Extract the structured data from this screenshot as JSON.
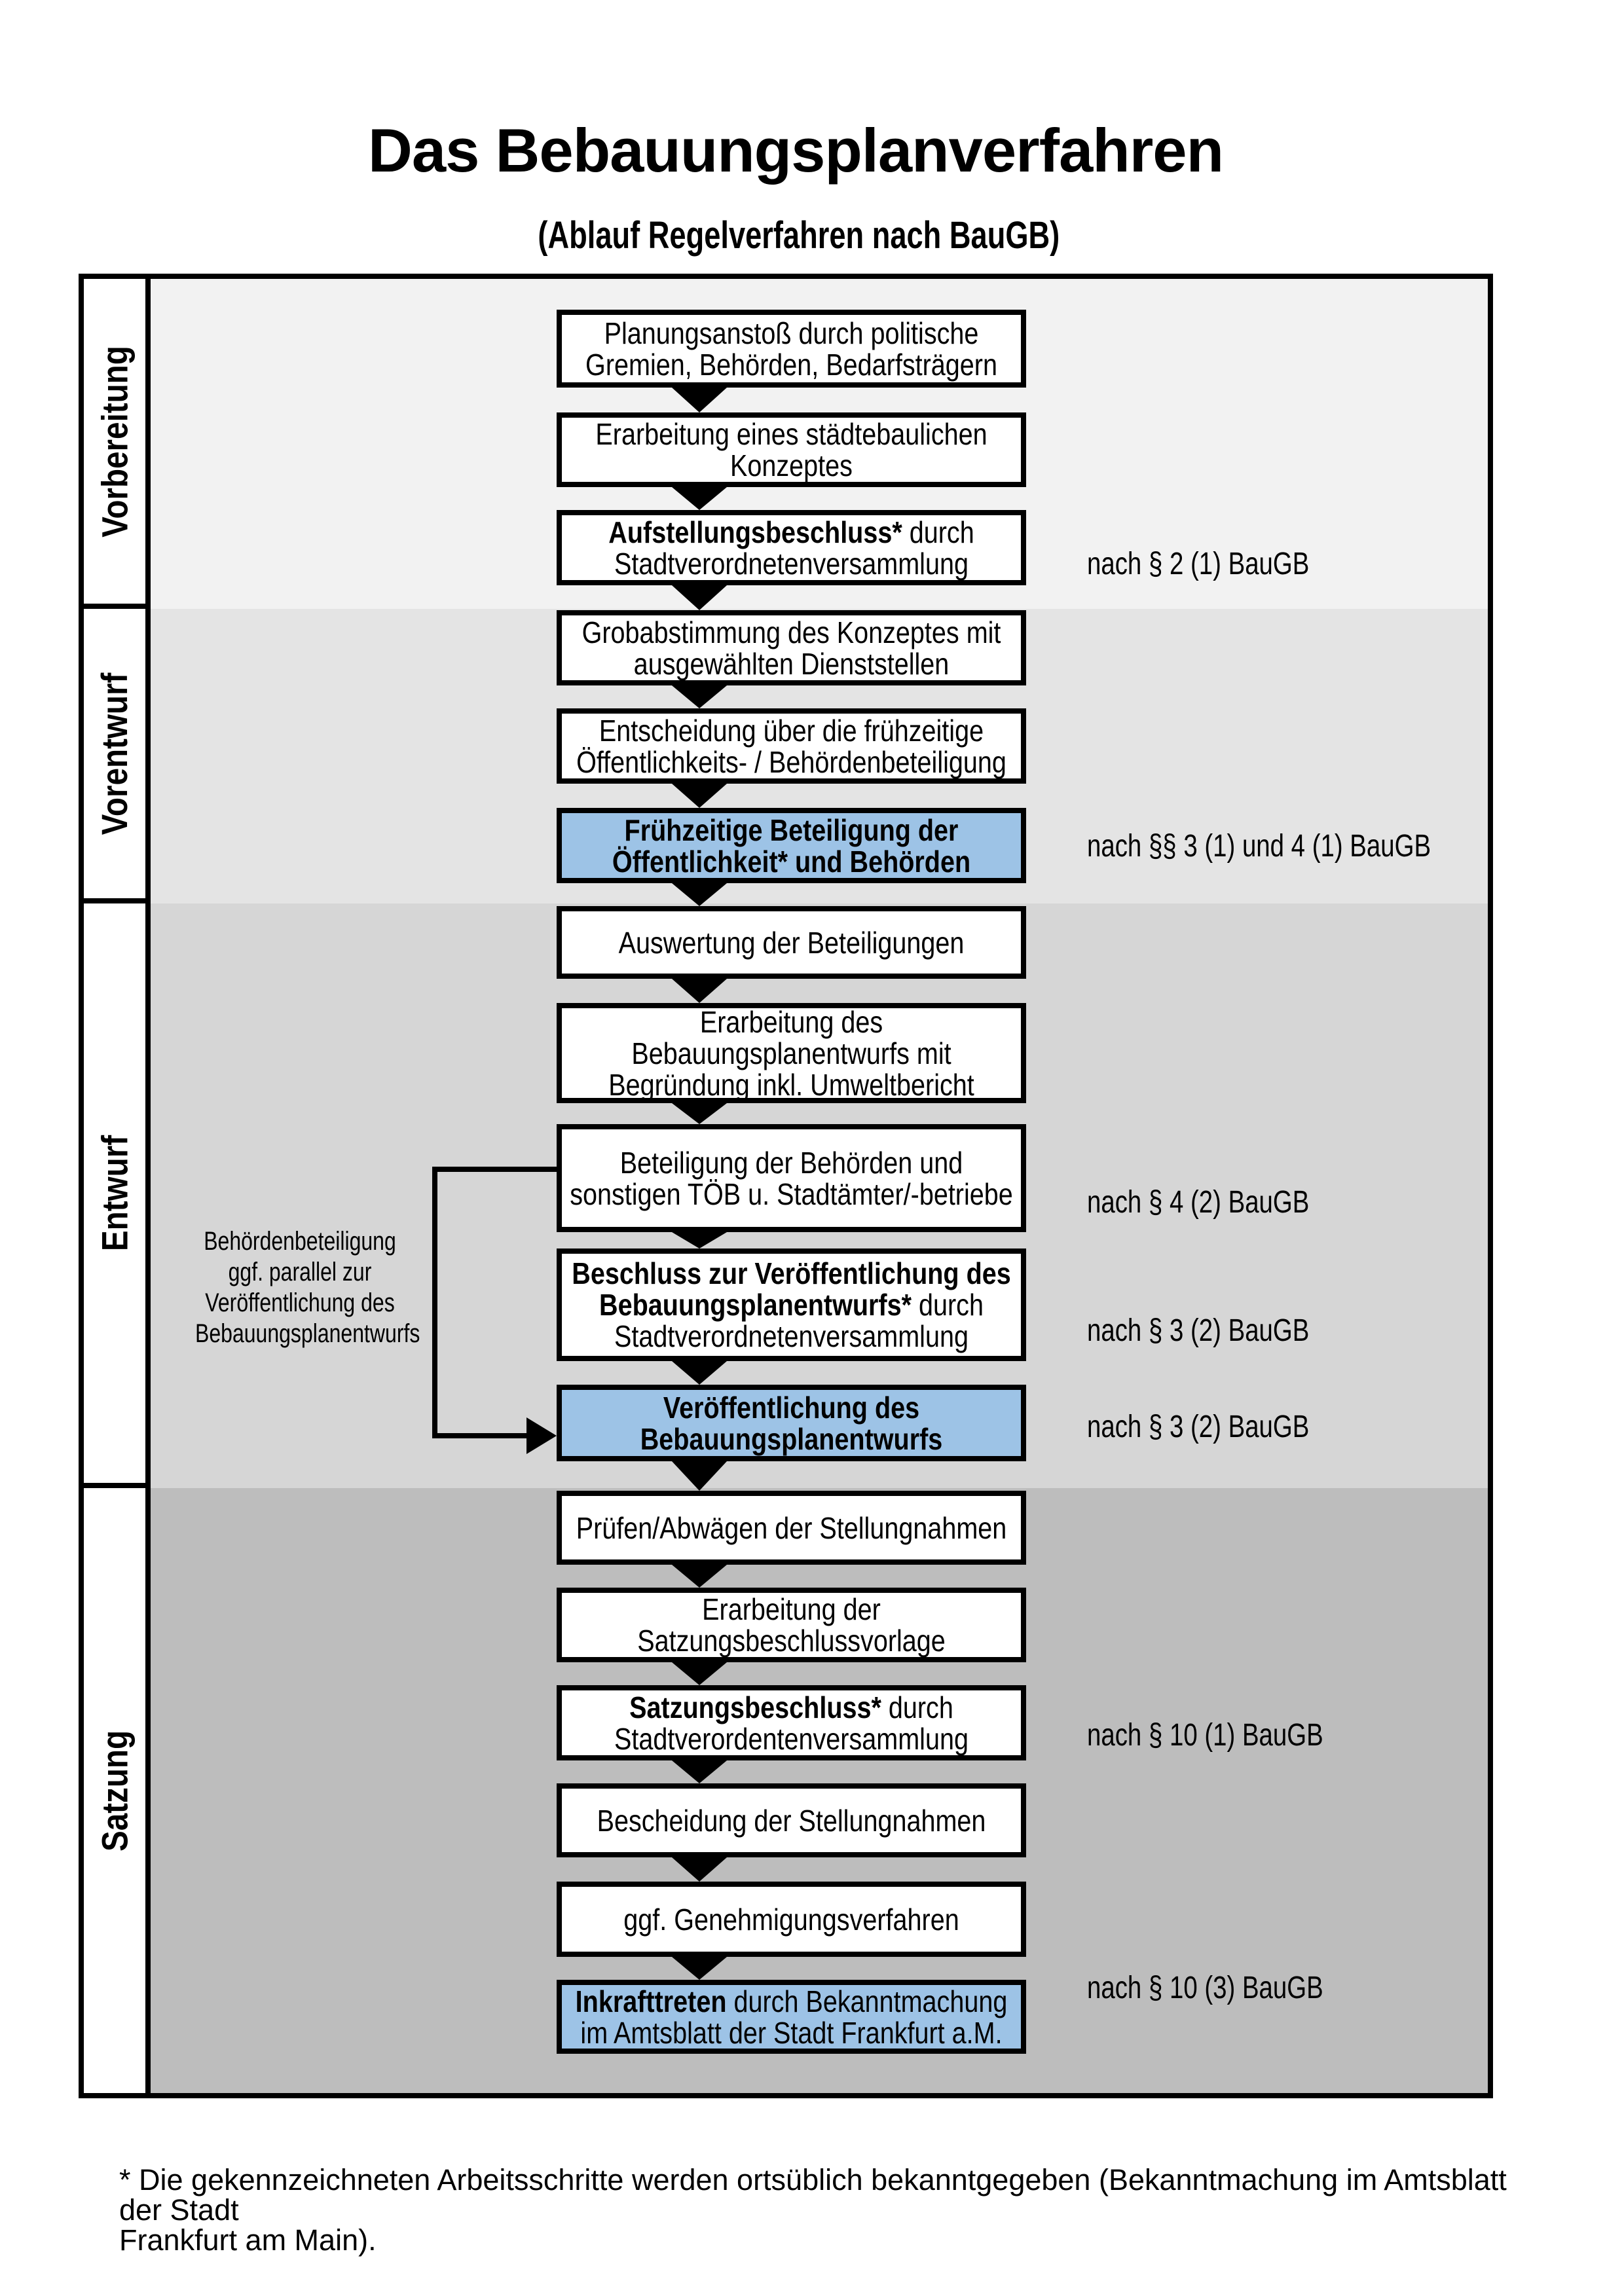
{
  "page": {
    "title": "Das Bebauungsplanverfahren",
    "subtitle": "(Ablauf Regelverfahren nach BauGB)",
    "footnote_lines": [
      "* Die gekennzeichneten Arbeitsschritte werden ortsüblich bekanntgegeben (Bekanntmachung im Amtsblatt  der Stadt",
      "Frankfurt am Main)."
    ]
  },
  "colors": {
    "highlight_box_fill": "#9DC3E6",
    "band_vorbereitung": "#F2F2F2",
    "band_vorentwurf": "#E4E4E4",
    "band_entwurf": "#D6D6D6",
    "band_satzung": "#BDBDBD",
    "box_border": "#000000"
  },
  "phases": [
    {
      "label": "Vorbereitung"
    },
    {
      "label": "Vorentwurf"
    },
    {
      "label": "Entwurf"
    },
    {
      "label": "Satzung"
    }
  ],
  "annotation": {
    "lines": [
      "Behördenbeteiligung",
      "ggf. parallel zur",
      "Veröffentlichung des",
      "Bebauungsplanentwurfs"
    ]
  },
  "steps": [
    {
      "highlight": false,
      "ref": null,
      "lines": [
        [
          {
            "text": "Planungsanstoß durch politische",
            "bold": false
          }
        ],
        [
          {
            "text": "Gremien, Behörden, Bedarfsträgern",
            "bold": false
          }
        ]
      ]
    },
    {
      "highlight": false,
      "ref": null,
      "lines": [
        [
          {
            "text": "Erarbeitung eines städtebaulichen",
            "bold": false
          }
        ],
        [
          {
            "text": "Konzeptes",
            "bold": false
          }
        ]
      ]
    },
    {
      "highlight": false,
      "ref": "nach § 2 (1) BauGB",
      "lines": [
        [
          {
            "text": "Aufstellungsbeschluss*",
            "bold": true
          },
          {
            "text": " durch",
            "bold": false
          }
        ],
        [
          {
            "text": "Stadtverordnetenversammlung",
            "bold": false
          }
        ]
      ]
    },
    {
      "highlight": false,
      "ref": null,
      "lines": [
        [
          {
            "text": "Grobabstimmung des Konzeptes mit",
            "bold": false
          }
        ],
        [
          {
            "text": "ausgewählten Dienststellen",
            "bold": false
          }
        ]
      ]
    },
    {
      "highlight": false,
      "ref": null,
      "lines": [
        [
          {
            "text": "Entscheidung über die frühzeitige",
            "bold": false
          }
        ],
        [
          {
            "text": "Öffentlichkeits- / Behördenbeteiligung",
            "bold": false
          }
        ]
      ]
    },
    {
      "highlight": true,
      "ref": "nach §§ 3 (1) und 4 (1) BauGB",
      "lines": [
        [
          {
            "text": "Frühzeitige Beteiligung der",
            "bold": true
          }
        ],
        [
          {
            "text": "Öffentlichkeit* und Behörden",
            "bold": true
          }
        ]
      ]
    },
    {
      "highlight": false,
      "ref": null,
      "lines": [
        [
          {
            "text": "Auswertung der Beteiligungen",
            "bold": false
          }
        ]
      ]
    },
    {
      "highlight": false,
      "ref": null,
      "lines": [
        [
          {
            "text": "Erarbeitung des",
            "bold": false
          }
        ],
        [
          {
            "text": "Bebauungsplanentwurfs mit",
            "bold": false
          }
        ],
        [
          {
            "text": "Begründung inkl. Umweltbericht",
            "bold": false
          }
        ]
      ]
    },
    {
      "highlight": false,
      "ref": "nach § 4 (2) BauGB",
      "lines": [
        [
          {
            "text": "Beteiligung der Behörden und",
            "bold": false
          }
        ],
        [
          {
            "text": "sonstigen TÖB u. Stadtämter/-betriebe",
            "bold": false
          }
        ]
      ]
    },
    {
      "highlight": false,
      "ref": "nach § 3 (2) BauGB",
      "lines": [
        [
          {
            "text": "Beschluss zur Veröffentlichung des",
            "bold": true
          }
        ],
        [
          {
            "text": "Bebauungsplanentwurfs*",
            "bold": true
          },
          {
            "text": " durch",
            "bold": false
          }
        ],
        [
          {
            "text": "Stadtverordnetenversammlung",
            "bold": false
          }
        ]
      ]
    },
    {
      "highlight": true,
      "ref": "nach § 3 (2) BauGB",
      "lines": [
        [
          {
            "text": "Veröffentlichung des",
            "bold": true
          }
        ],
        [
          {
            "text": "Bebauungsplanentwurfs",
            "bold": true
          }
        ]
      ]
    },
    {
      "highlight": false,
      "ref": null,
      "lines": [
        [
          {
            "text": "Prüfen/Abwägen der Stellungnahmen",
            "bold": false
          }
        ]
      ]
    },
    {
      "highlight": false,
      "ref": null,
      "lines": [
        [
          {
            "text": "Erarbeitung der",
            "bold": false
          }
        ],
        [
          {
            "text": "Satzungsbeschlussvorlage",
            "bold": false
          }
        ]
      ]
    },
    {
      "highlight": false,
      "ref": "nach § 10 (1) BauGB",
      "lines": [
        [
          {
            "text": "Satzungsbeschluss*",
            "bold": true
          },
          {
            "text": " durch",
            "bold": false
          }
        ],
        [
          {
            "text": "Stadtverordentenversammlung",
            "bold": false
          }
        ]
      ]
    },
    {
      "highlight": false,
      "ref": null,
      "lines": [
        [
          {
            "text": "Bescheidung der Stellungnahmen",
            "bold": false
          }
        ]
      ]
    },
    {
      "highlight": false,
      "ref": null,
      "lines": [
        [
          {
            "text": "ggf. Genehmigungsverfahren",
            "bold": false
          }
        ]
      ]
    },
    {
      "highlight": true,
      "ref": "nach § 10 (3) BauGB",
      "lines": [
        [
          {
            "text": "Inkrafttreten",
            "bold": true
          },
          {
            "text": " durch Bekanntmachung",
            "bold": false
          }
        ],
        [
          {
            "text": "im Amtsblatt der Stadt Frankfurt a.M.",
            "bold": false
          }
        ]
      ]
    }
  ]
}
